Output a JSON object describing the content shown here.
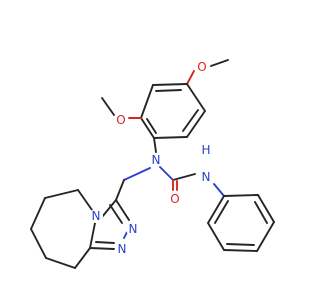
{
  "colors": {
    "bond": "#262626",
    "oxygen": "#d8261f",
    "nitrogen": "#2a3fd0",
    "background": "#ffffff"
  },
  "atom_labels": {
    "o_methoxy_top": "O",
    "o_methoxy_left": "O",
    "n_urea_central": "N",
    "nh_urea": "H",
    "n_urea_right": "N",
    "o_carbonyl": "O",
    "n_fused": "N",
    "n_triazole_3": "N",
    "n_triazole_4": "N"
  }
}
